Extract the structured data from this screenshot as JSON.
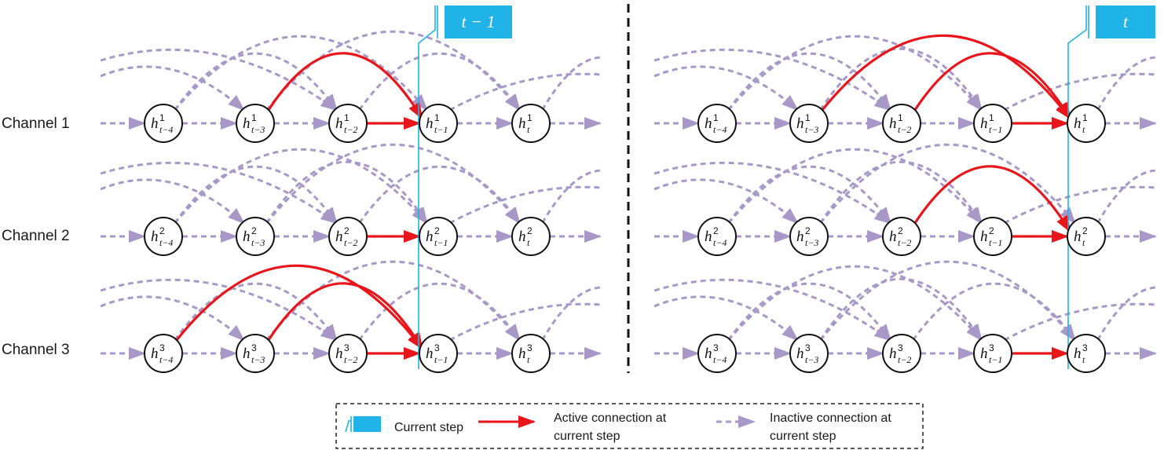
{
  "channels": [
    "Channel 1",
    "Channel 2",
    "Channel 3"
  ],
  "panels": [
    {
      "step_label": "t − 1",
      "node_sub": [
        [
          "t−4",
          "t−3",
          "t−2",
          "t−1",
          "t"
        ],
        [
          "t−4",
          "t−3",
          "t−2",
          "t−1",
          "t"
        ],
        [
          "t−4",
          "t−3",
          "t−2",
          "t−1",
          "t"
        ]
      ],
      "node_sup": [
        "1",
        "2",
        "3"
      ],
      "active": [
        {
          "channel": 0,
          "from": 1,
          "to": 3
        },
        {
          "channel": 0,
          "from": 2,
          "to": 3
        },
        {
          "channel": 1,
          "from": 2,
          "to": 3
        },
        {
          "channel": 2,
          "from": 0,
          "to": 3
        },
        {
          "channel": 2,
          "from": 1,
          "to": 3
        },
        {
          "channel": 2,
          "from": 2,
          "to": 3
        }
      ]
    },
    {
      "step_label": "t",
      "node_sub": [
        [
          "t−4",
          "t−3",
          "t−2",
          "t−1",
          "t"
        ],
        [
          "t−4",
          "t−3",
          "t−2",
          "t−1",
          "t"
        ],
        [
          "t−4",
          "t−3",
          "t−2",
          "t−1",
          "t"
        ]
      ],
      "node_sup": [
        "1",
        "2",
        "3"
      ],
      "active": [
        {
          "channel": 0,
          "from": 1,
          "to": 4
        },
        {
          "channel": 0,
          "from": 2,
          "to": 4
        },
        {
          "channel": 0,
          "from": 3,
          "to": 4
        },
        {
          "channel": 1,
          "from": 2,
          "to": 4
        },
        {
          "channel": 1,
          "from": 3,
          "to": 4
        },
        {
          "channel": 2,
          "from": 3,
          "to": 4
        }
      ]
    }
  ],
  "legend": {
    "current_step": "Current step",
    "active_line1": "Active connection at",
    "active_line2": "current step",
    "inactive_line1": "Inactive connection at",
    "inactive_line2": "current step"
  },
  "colors": {
    "active": "#e8151b",
    "inactive": "#a898c8",
    "current_step": "#1fb3e8",
    "node_stroke": "#111111"
  }
}
